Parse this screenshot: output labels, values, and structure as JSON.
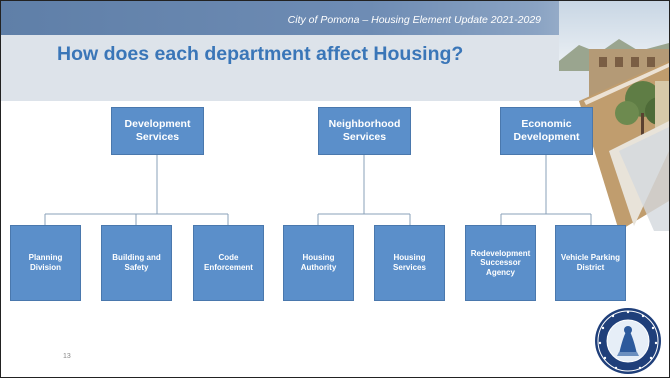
{
  "header": {
    "subtitle": "City of Pomona – Housing Element Update 2021-2029"
  },
  "slide": {
    "title": "How does each department affect Housing?",
    "page_number": "13"
  },
  "departments": [
    {
      "name": "Development Services",
      "divisions": [
        "Planning Division",
        "Building and Safety",
        "Code Enforcement"
      ]
    },
    {
      "name": "Neighborhood Services",
      "divisions": [
        "Housing Authority",
        "Housing Services"
      ]
    },
    {
      "name": "Economic Development",
      "divisions": [
        "Redevelopment Successor Agency",
        "Vehicle Parking District"
      ]
    }
  ],
  "colors": {
    "box_fill": "#5b8fca",
    "title": "#3a76b8",
    "banner": "#6e8cb4",
    "connector": "#8aa0b8"
  },
  "icons": [
    "city-photo",
    "city-seal-logo"
  ]
}
